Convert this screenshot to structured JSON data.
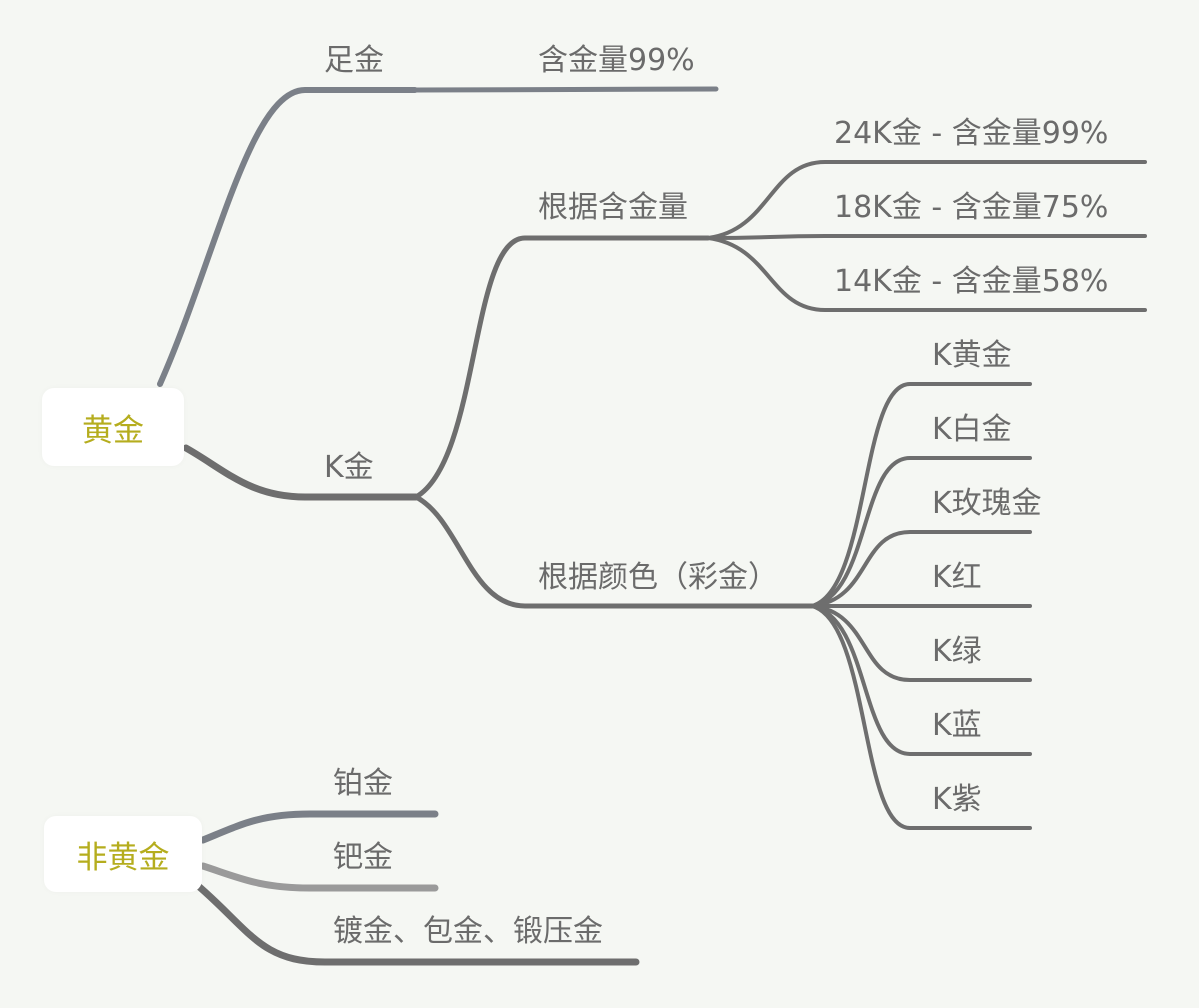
{
  "roots": {
    "gold": "黄金",
    "non_gold": "非黄金"
  },
  "gold_branches": {
    "pure_gold": {
      "label": "足金",
      "detail": "含金量99%"
    },
    "k_gold": {
      "label": "K金",
      "by_content": {
        "label": "根据含金量",
        "items": [
          "24K金 - 含金量99%",
          "18K金 - 含金量75%",
          "14K金 - 含金量58%"
        ]
      },
      "by_color": {
        "label": "根据颜色（彩金）",
        "items": [
          "K黄金",
          "K白金",
          "K玫瑰金",
          "K红",
          "K绿",
          "K蓝",
          "K紫"
        ]
      }
    }
  },
  "non_gold_branches": [
    "铂金",
    "钯金",
    "镀金、包金、锻压金"
  ],
  "colors": {
    "background": "#f5f7f3",
    "root_text": "#b5ad1e",
    "label_text": "#6b6b6b",
    "link_dark": "#6e6e6e",
    "link_blue_gray": "#7b8088",
    "link_light": "#9a9a9a"
  }
}
